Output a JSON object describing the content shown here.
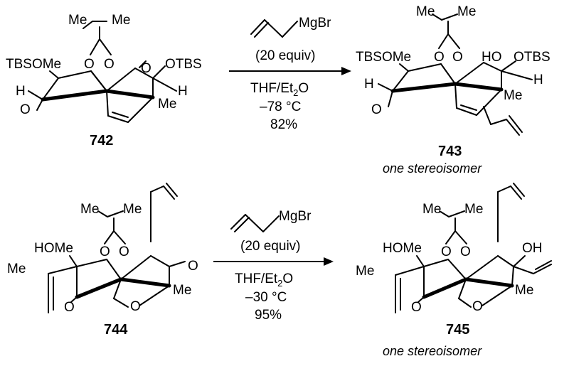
{
  "reactions": [
    {
      "reagent": {
        "name": "MgBr",
        "equiv": "(20 equiv)"
      },
      "solvent": {
        "base": "THF/Et",
        "sub": "2",
        "tail": "O"
      },
      "temperature": "–78 °C",
      "yield": "82%",
      "starting_material": {
        "id": "742",
        "labels": {
          "me1": "Me",
          "me2": "Me",
          "tbsome": "TBSOMe",
          "otbs": "OTBS",
          "o1": "O",
          "o2": "O",
          "o_ketone_r": "O",
          "o_ketone_l": "O",
          "h_left": "H",
          "h_right": "H",
          "me_bridge": "Me"
        }
      },
      "product": {
        "id": "743",
        "note": "one stereoisomer",
        "labels": {
          "me1": "Me",
          "me2": "Me",
          "tbsome": "TBSOMe",
          "otbs": "OTBS",
          "o1": "O",
          "o2": "O",
          "ho": "HO",
          "o_ketone": "O",
          "h_left": "H",
          "h_right": "H",
          "me_bridge": "Me"
        }
      }
    },
    {
      "reagent": {
        "name": "MgBr",
        "equiv": "(20 equiv)"
      },
      "solvent": {
        "base": "THF/Et",
        "sub": "2",
        "tail": "O"
      },
      "temperature": "–30 °C",
      "yield": "95%",
      "starting_material": {
        "id": "744",
        "labels": {
          "me1": "Me",
          "me2": "Me",
          "homo": "HOMe",
          "me_vinyl": "Me",
          "o1": "O",
          "o2": "O",
          "o_ketone_r": "O",
          "o_ketone_l": "O",
          "o_ether": "O",
          "me_bridge": "Me"
        }
      },
      "product": {
        "id": "745",
        "note": "one stereoisomer",
        "labels": {
          "me1": "Me",
          "me2": "Me",
          "homo": "HOMe",
          "me_vinyl": "Me",
          "o1": "O",
          "o2": "O",
          "oh": "OH",
          "o_ketone": "O",
          "o_ether": "O",
          "me_bridge": "Me"
        }
      }
    }
  ]
}
